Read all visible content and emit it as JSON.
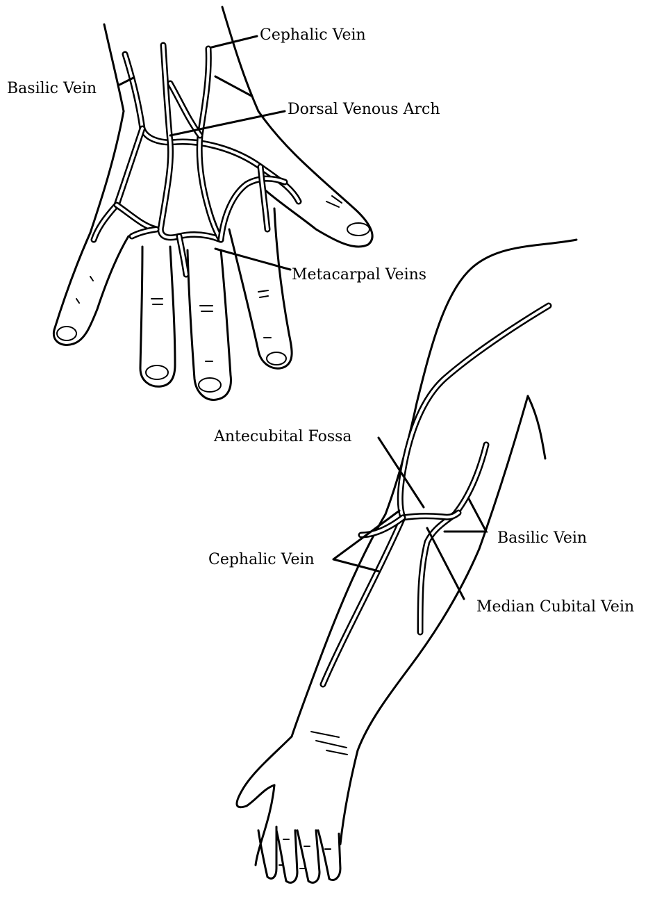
{
  "hand_labels": {
    "cephalic_vein": "Cephalic Vein",
    "basilic_vein": "Basilic Vein",
    "dorsal_venous_arch": "Dorsal Venous Arch",
    "metacarpal_veins": "Metacarpal Veins"
  },
  "arm_labels": {
    "antecubital_fossa": "Antecubital Fossa",
    "basilic_vein": "Basilic Vein",
    "cephalic_vein": "Cephalic Vein",
    "median_cubital_vein": "Median Cubital Vein"
  },
  "colors": {
    "ink": "#000000",
    "background": "#ffffff"
  }
}
